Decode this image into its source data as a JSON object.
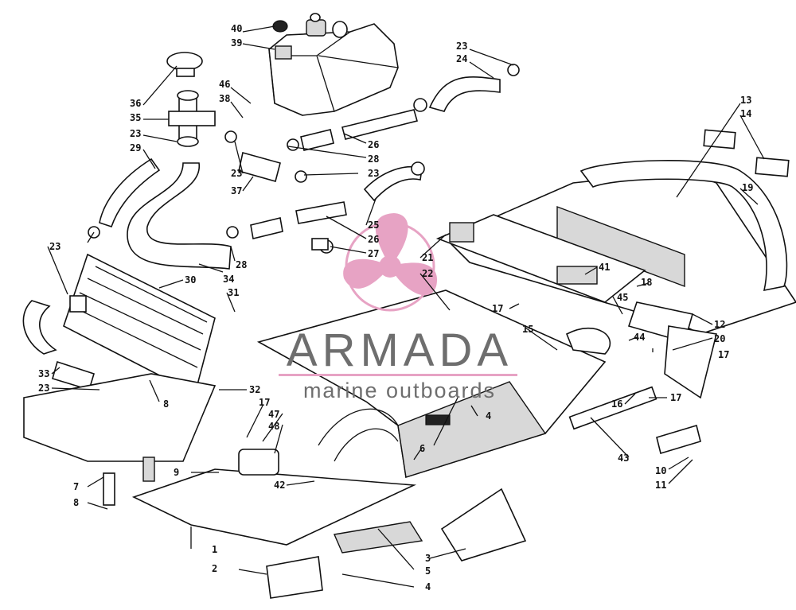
{
  "watermark": {
    "brand": "ARMADA",
    "tagline": "marine outboards",
    "accent_color": "#e7a3c4",
    "text_color": "#6e6e6e"
  },
  "callouts": [
    "40",
    "39",
    "23",
    "24",
    "46",
    "38",
    "36",
    "35",
    "23",
    "29",
    "26",
    "28",
    "23",
    "37",
    "23",
    "25",
    "26",
    "27",
    "21",
    "22",
    "13",
    "14",
    "19",
    "23",
    "30",
    "31",
    "28",
    "34",
    "41",
    "18",
    "45",
    "17",
    "44",
    "15",
    "12",
    "20",
    "17",
    "33",
    "23",
    "32",
    "8",
    "17",
    "47",
    "48",
    "4",
    "6",
    "16",
    "17",
    "43",
    "10",
    "11",
    "7",
    "8",
    "9",
    "42",
    "1",
    "2",
    "3",
    "5",
    "4"
  ]
}
